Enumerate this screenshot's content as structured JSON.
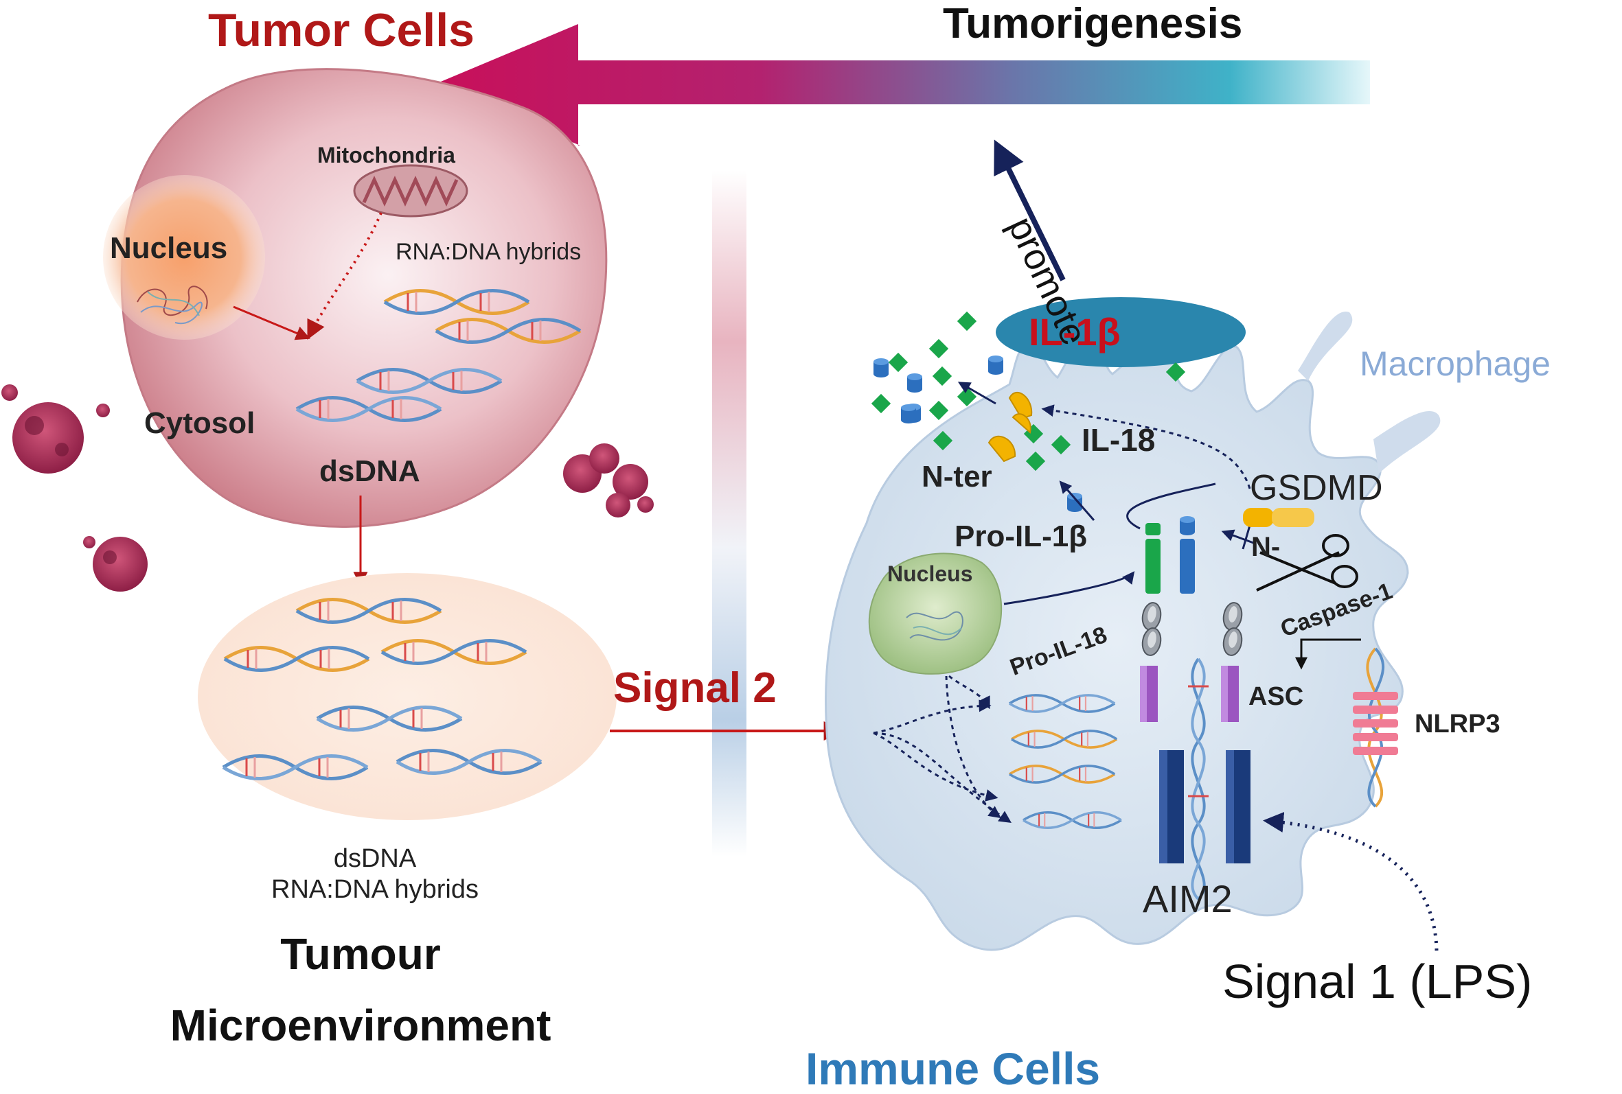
{
  "diagram": {
    "tumor_cells_title": "Tumor  Cells",
    "tumorigenesis_label": "Tumorigenesis",
    "promote_label": "promote",
    "macrophage_label": "Macrophage",
    "tumor_cell": {
      "mitochondria": "Mitochondria",
      "nucleus": "Nucleus",
      "rna_dna_hybrids": "RNA:DNA hybrids",
      "cytosol": "Cytosol",
      "dsdna": "dsDNA"
    },
    "microenvironment": {
      "dsdna": "dsDNA",
      "rna_dna_hybrids": "RNA:DNA hybrids",
      "title_line1": "Tumour",
      "title_line2": "Microenvironment"
    },
    "signal2_label": "Signal 2",
    "immune_cells_title": "Immune Cells",
    "macrophage_parts": {
      "il1b": "IL-1β",
      "il18": "IL-18",
      "n_ter": "N-ter",
      "gsdmd": "GSDMD",
      "pro_il1b": "Pro-IL-1β",
      "n_dash": "N-",
      "nucleus": "Nucleus",
      "caspase1": "Caspase-1",
      "pro_il18": "Pro-IL-18",
      "asc": "ASC",
      "nlrp3": "NLRP3",
      "aim2": "AIM2"
    },
    "signal1_label": "Signal 1 (LPS)",
    "colors": {
      "dark_red": "#b01818",
      "navy": "#16225a",
      "immune_blue": "#2f7ab8",
      "macrophage_label": "#8aaad6",
      "arrow_magenta": "#c8105a",
      "arrow_cyan": "#bfe8ef"
    }
  }
}
